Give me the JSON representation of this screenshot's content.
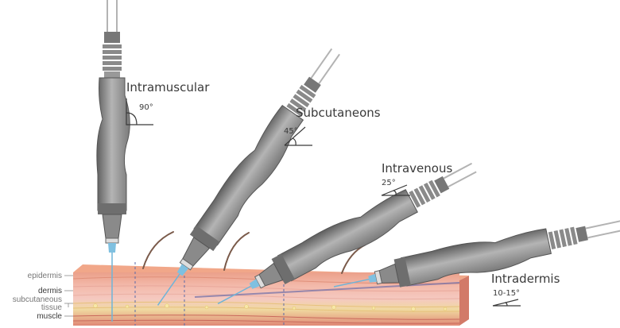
{
  "injections": [
    {
      "name": "Intramuscular",
      "angle": "90°"
    },
    {
      "name": "Subcutaneons",
      "angle": "45°"
    },
    {
      "name": "Intravenous",
      "angle": "25°"
    },
    {
      "name": "Intradermis",
      "angle": "10-15°"
    }
  ],
  "layers": [
    "epidermis",
    "dermis",
    "subcutaneous",
    "tissue",
    "muscle"
  ],
  "colors": {
    "epidermis": "#f1a789",
    "dermis": "#f5c6bc",
    "fat": "#f6e29a",
    "muscle": "#d9766a",
    "device": "#9a9a9a",
    "cable": "#b3b3b3",
    "needle": "#6fb4d8",
    "vein": "#6d6da8"
  }
}
